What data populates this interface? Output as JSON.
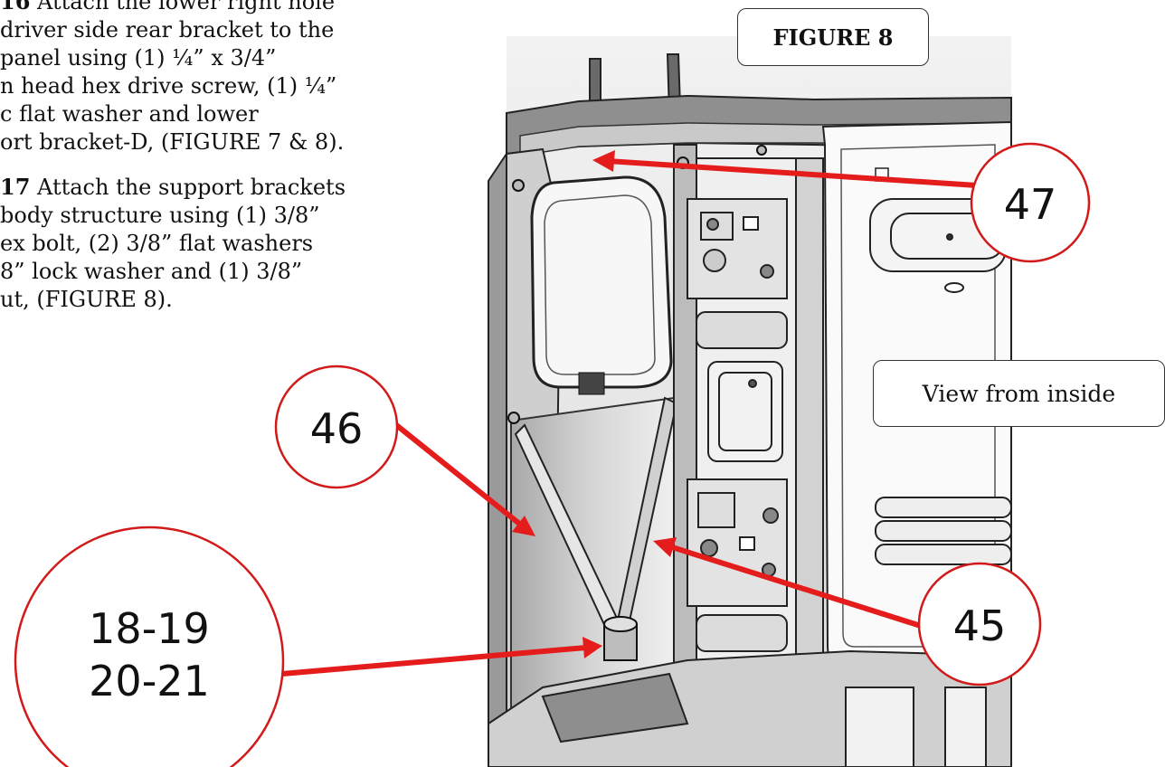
{
  "instructions": {
    "step16": {
      "number": "16",
      "lines": [
        "Attach the lower right hole",
        "driver side rear bracket to the",
        "panel using (1) ¼” x 3/4”",
        "n head hex drive screw, (1) ¼”",
        "c flat washer and lower",
        "ort bracket-D, (FIGURE 7 & 8)."
      ]
    },
    "step17": {
      "number": "17",
      "lines": [
        "Attach the support brackets",
        "body structure using (1) 3/8”",
        "ex bolt, (2) 3/8” flat washers",
        "8” lock washer and (1) 3/8”",
        "ut, (FIGURE 8)."
      ]
    }
  },
  "figure": {
    "label": "FIGURE 8",
    "view_label": "View from inside"
  },
  "callouts": {
    "c47": "47",
    "c46": "46",
    "c45": "45",
    "c18": {
      "line1": "18-19",
      "line2": "20-21"
    }
  },
  "colors": {
    "callout_stroke": "#d21a1a",
    "arrow": "#e51c1c"
  }
}
